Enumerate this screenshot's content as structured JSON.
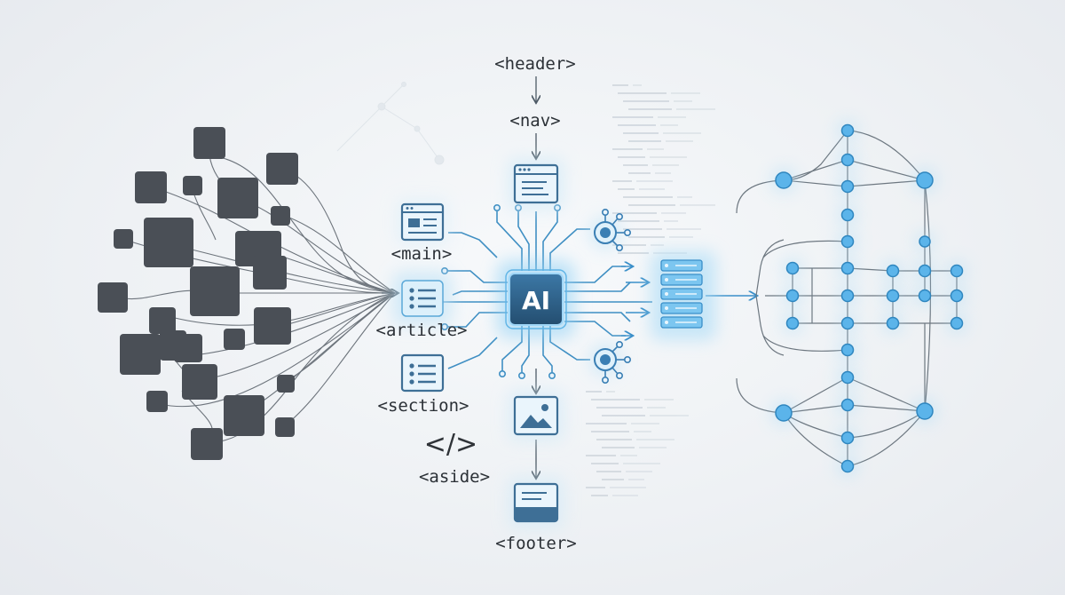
{
  "labels": {
    "header": "<header>",
    "nav": "<nav>",
    "main": "<main>",
    "article": "<article>",
    "section": "<section>",
    "aside": "<aside>",
    "footer": "<footer>",
    "chip": "AI",
    "code_glyph": "</>"
  },
  "colors": {
    "block": "#4a4f56",
    "wire": "#6d747c",
    "accent": "#3a8fc9",
    "node": "#5bb4ea",
    "node_stroke": "#2f86bf",
    "chip": "#2f5f85",
    "icon": "#3e6f96"
  },
  "icons": [
    "browser-window-icon",
    "list-icon",
    "image-icon",
    "footer-layout-icon",
    "code-brackets-icon",
    "cpu-chip-icon",
    "server-stack-icon",
    "network-node-icon"
  ]
}
